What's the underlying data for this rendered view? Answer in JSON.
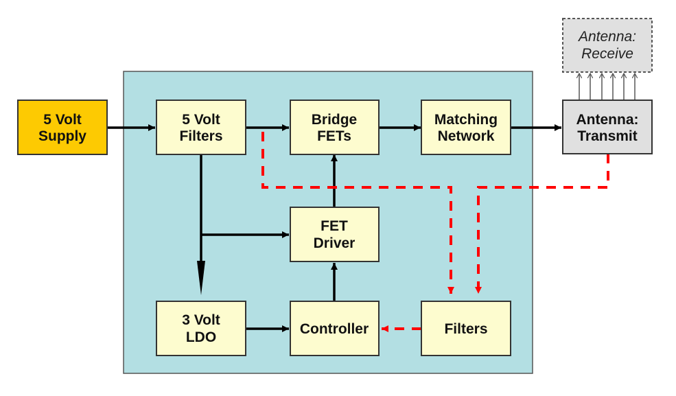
{
  "diagram": {
    "title": "",
    "colors": {
      "enclosure": "#b3dfe3",
      "block": "#fdfccf",
      "supply": "#fdca02",
      "antenna": "#e0e0e0",
      "signal_line": "#000000",
      "feedback_line": "#ff0000"
    },
    "blocks": {
      "supply": {
        "line1": "5 Volt",
        "line2": "Supply"
      },
      "filters5v": {
        "line1": "5 Volt",
        "line2": "Filters"
      },
      "bridge": {
        "line1": "Bridge",
        "line2": "FETs"
      },
      "matching": {
        "line1": "Matching",
        "line2": "Network"
      },
      "antenna_tx": {
        "line1": "Antenna:",
        "line2": "Transmit"
      },
      "antenna_rx": {
        "line1": "Antenna:",
        "line2": "Receive"
      },
      "fet_driver": {
        "line1": "FET",
        "line2": "Driver"
      },
      "ldo": {
        "line1": "3 Volt",
        "line2": "LDO"
      },
      "controller": {
        "line1": "Controller"
      },
      "filters": {
        "line1": "Filters"
      }
    },
    "connections": [
      {
        "from": "5 Volt Supply",
        "to": "5 Volt Filters",
        "style": "solid"
      },
      {
        "from": "5 Volt Filters",
        "to": "Bridge FETs",
        "style": "solid"
      },
      {
        "from": "Bridge FETs",
        "to": "Matching Network",
        "style": "solid"
      },
      {
        "from": "Matching Network",
        "to": "Antenna: Transmit",
        "style": "solid"
      },
      {
        "from": "Antenna: Transmit",
        "to": "Antenna: Receive",
        "style": "thin-multi"
      },
      {
        "from": "5 Volt Filters",
        "to": "FET Driver",
        "style": "solid"
      },
      {
        "from": "5 Volt Filters",
        "to": "3 Volt LDO",
        "style": "solid"
      },
      {
        "from": "FET Driver",
        "to": "Bridge FETs",
        "style": "solid"
      },
      {
        "from": "Controller",
        "to": "FET Driver",
        "style": "solid"
      },
      {
        "from": "3 Volt LDO",
        "to": "Controller",
        "style": "solid"
      },
      {
        "from": "5 Volt Filters",
        "to": "Filters",
        "style": "dashed-red"
      },
      {
        "from": "Antenna: Transmit",
        "to": "Filters",
        "style": "dashed-red"
      },
      {
        "from": "Filters",
        "to": "Controller",
        "style": "dashed-red"
      }
    ]
  }
}
